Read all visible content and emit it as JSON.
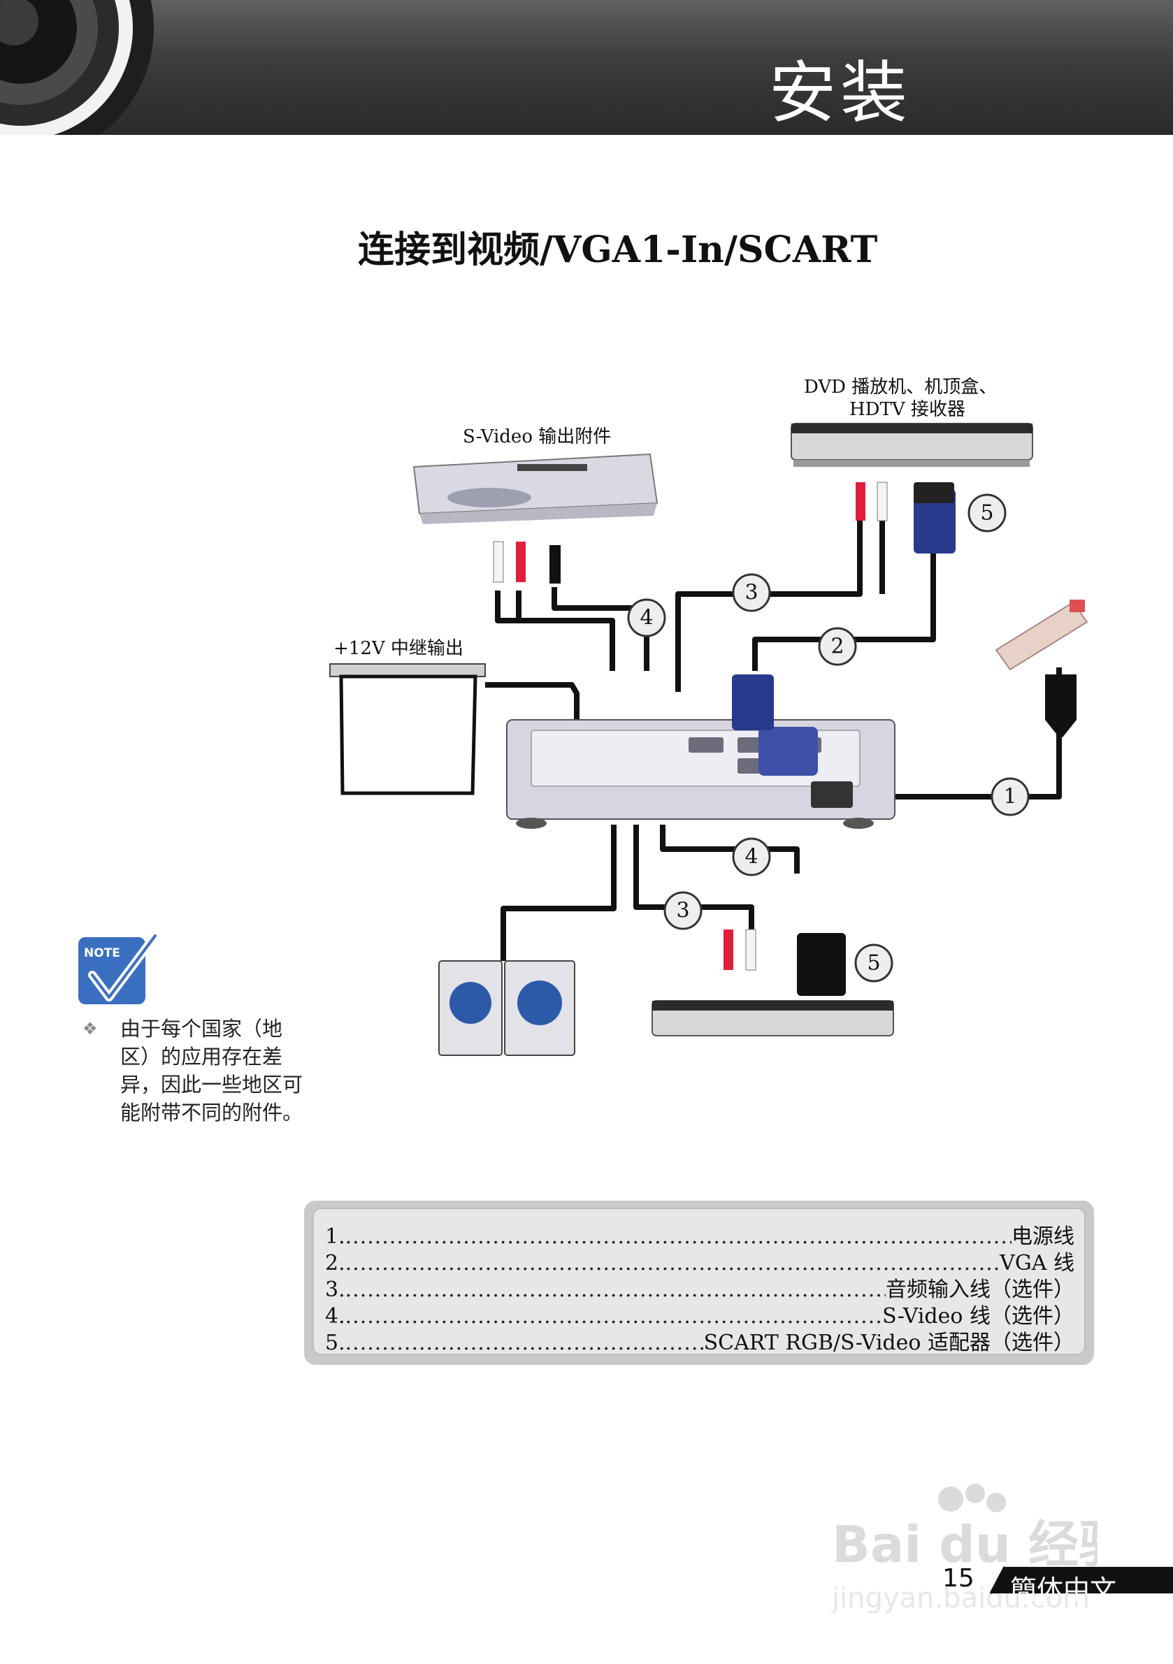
{
  "header": {
    "title": "安装"
  },
  "page_title": "连接到视频/VGA1-In/SCART",
  "diagram": {
    "labels": {
      "dvd_player": [
        "DVD  播放机、机顶盒、",
        "HDTV 接收器"
      ],
      "svideo_device": "S-Video 输出附件",
      "relay": "+12V 中继输出"
    },
    "callouts": [
      "1",
      "2",
      "3",
      "4",
      "5"
    ]
  },
  "note": {
    "icon_text": "NOTE",
    "text": "由于每个国家（地区）的应用存在差异，因此一些地区可能附带不同的附件。"
  },
  "legend": [
    {
      "num": "1.",
      "text": "电源线"
    },
    {
      "num": "2.",
      "text": "VGA 线"
    },
    {
      "num": "3.",
      "text": "音频输入线（选件）"
    },
    {
      "num": "4.",
      "text": "S-Video 线（选件）"
    },
    {
      "num": "5.",
      "text": "SCART RGB/S-Video 适配器（选件）"
    }
  ],
  "footer": {
    "page_number": "15",
    "language": "簡体中文"
  },
  "watermark": {
    "text": "Bai du 经验",
    "url_text": "jingyan.baidu.com"
  },
  "colors": {
    "header_bg": "#3a3a3a",
    "note_blue": "#3a6fc0",
    "legend_bg": "#e7e7e7"
  }
}
